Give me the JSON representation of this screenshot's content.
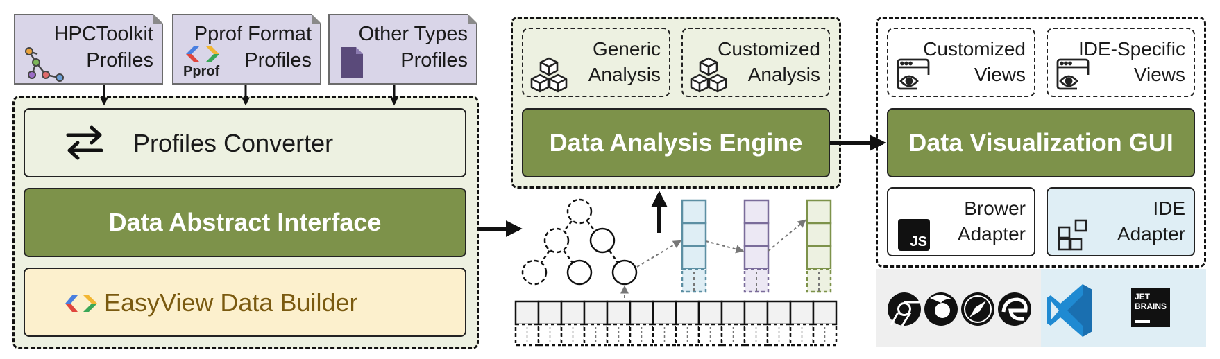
{
  "inputs": {
    "hpctoolkit": {
      "line1": "HPCToolkit",
      "line2": "Profiles",
      "icon": "tree-icon"
    },
    "pprof": {
      "line1": "Pprof Format",
      "line2": "Profiles",
      "logo_text": "Pprof",
      "icon": "pprof-logo"
    },
    "other": {
      "line1": "Other Types",
      "line2": "Profiles",
      "icon": "document-icon"
    }
  },
  "builder_panel": {
    "converter_label": "Profiles Converter",
    "converter_icon": "swap-arrows-icon",
    "interface_label": "Data Abstract Interface",
    "builder_label": "EasyView Data Builder",
    "builder_icon": "easyview-logo"
  },
  "analysis_panel": {
    "generic": {
      "line1": "Generic",
      "line2": "Analysis",
      "icon": "cubes-icon"
    },
    "customized": {
      "line1": "Customized",
      "line2": "Analysis",
      "icon": "cubes-icon"
    },
    "engine_label": "Data Analysis Engine"
  },
  "visualization_panel": {
    "customized_views": {
      "line1": "Customized",
      "line2": "Views",
      "icon": "browser-eye-icon"
    },
    "ide_views": {
      "line1": "IDE-Specific",
      "line2": "Views",
      "icon": "browser-eye-icon"
    },
    "gui_label": "Data Visualization GUI",
    "browser_adapter": {
      "line1": "Brower",
      "line2": "Adapter",
      "icon_text": "JS"
    },
    "ide_adapter": {
      "line1": "IDE",
      "line2": "Adapter",
      "icon": "plugin-icon"
    }
  },
  "logos": {
    "browsers": [
      "chrome-icon",
      "firefox-icon",
      "safari-icon",
      "edge-icon"
    ],
    "ides": [
      "vscode-icon",
      "jetbrains-icon"
    ],
    "jetbrains_line1": "JET",
    "jetbrains_line2": "BRAINS"
  },
  "colors": {
    "green": "#7d924a",
    "light_green": "#edf1e1",
    "lavender": "#d9d5e8",
    "cream": "#fcf0cd",
    "teal": "#5d8fa3",
    "purple": "#7a6c9a",
    "olive": "#7d924a"
  }
}
